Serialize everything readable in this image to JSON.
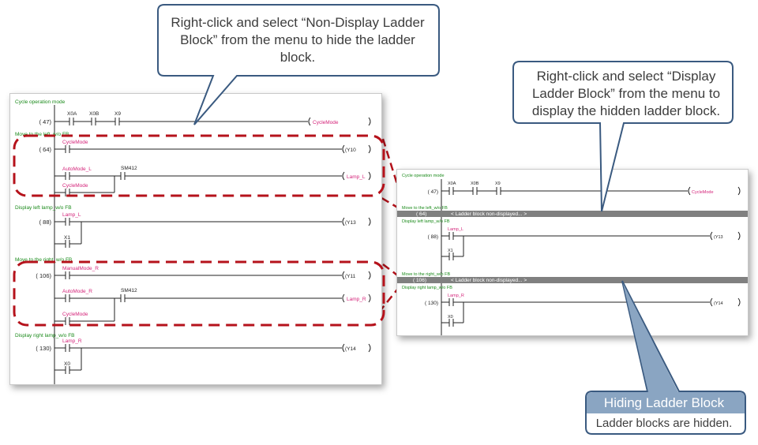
{
  "callouts": {
    "hide_instruction": [
      "Right-click and select “Non-Display Ladder",
      "Block” from the menu to hide the ladder block."
    ],
    "show_instruction": [
      "Right-click and select “Display",
      "Ladder Block” from the menu to",
      "display the hidden ladder block."
    ],
    "hiding_title": "Hiding Ladder Block",
    "hiding_subtitle": "Ladder blocks are hidden."
  },
  "left_ladder": {
    "sections": {
      "cycle": "Cycle operation mode",
      "move_left": "Move to the left_w/o FB",
      "display_left": "Display left lamp_w/o FB",
      "move_right": "Move to the right_w/o FB",
      "display_right": "Display right lamp_w/o FB"
    },
    "steps": {
      "s47": "( 47)",
      "s64": "( 64)",
      "s88": "( 88)",
      "s106": "( 106)",
      "s130": "( 130)"
    },
    "devices": {
      "x0a": "X0A",
      "x0b": "X0B",
      "x9": "X9",
      "cyclemode_coil": "CycleMode",
      "cyclemode_contact": "CycleMode",
      "y10": "(Y10",
      "automode_l": "AutoMode_L",
      "sm412_a": "SM412",
      "lamp_l_coil": "Lamp_L",
      "cyclemode_b": "CycleMode",
      "lamp_l_contact": "Lamp_L",
      "x1": "X1",
      "y13": "(Y13",
      "manualmode_r": "ManualMode_R",
      "y11": "(Y11",
      "automode_r": "AutoMode_R",
      "sm412_b": "SM412",
      "lamp_r_coil": "Lamp_R",
      "cyclemode_c": "CycleMode",
      "lamp_r_contact": "Lamp_R",
      "x0": "X0",
      "y14": "(Y14"
    }
  },
  "right_ladder": {
    "sections": {
      "cycle": "Cycle operation mode",
      "move_left": "Move to the left_w/o FB",
      "display_left": "Display left lamp_w/o FB",
      "move_right": "Move to the right_w/o FB",
      "display_right": "Display right lamp_w/o FB"
    },
    "steps": {
      "s47": "( 47)",
      "s64": "( 64)",
      "s88": "( 88)",
      "s106": "( 106)",
      "s130": "( 130)"
    },
    "hidden_label_1": "< Ladder block non-displayed... >",
    "hidden_label_2": "< Ladder block non-displayed... >",
    "devices": {
      "x0a": "X0A",
      "x0b": "X0B",
      "x9": "X9",
      "cyclemode_coil": "CycleMode",
      "lamp_l": "Lamp_L",
      "x1": "X1",
      "y13": "(Y13",
      "lamp_r": "Lamp_R",
      "x0": "X0",
      "y14": "(Y14"
    }
  },
  "colors": {
    "comment_green": "#1a8a1a",
    "label_pink": "#d4247a",
    "dashed_red": "#b5121b",
    "callout_border": "#3a5a80",
    "callout_fill": "#ffffff",
    "callout_title_fill": "#8aa5c2",
    "hidden_bar": "#808080"
  }
}
